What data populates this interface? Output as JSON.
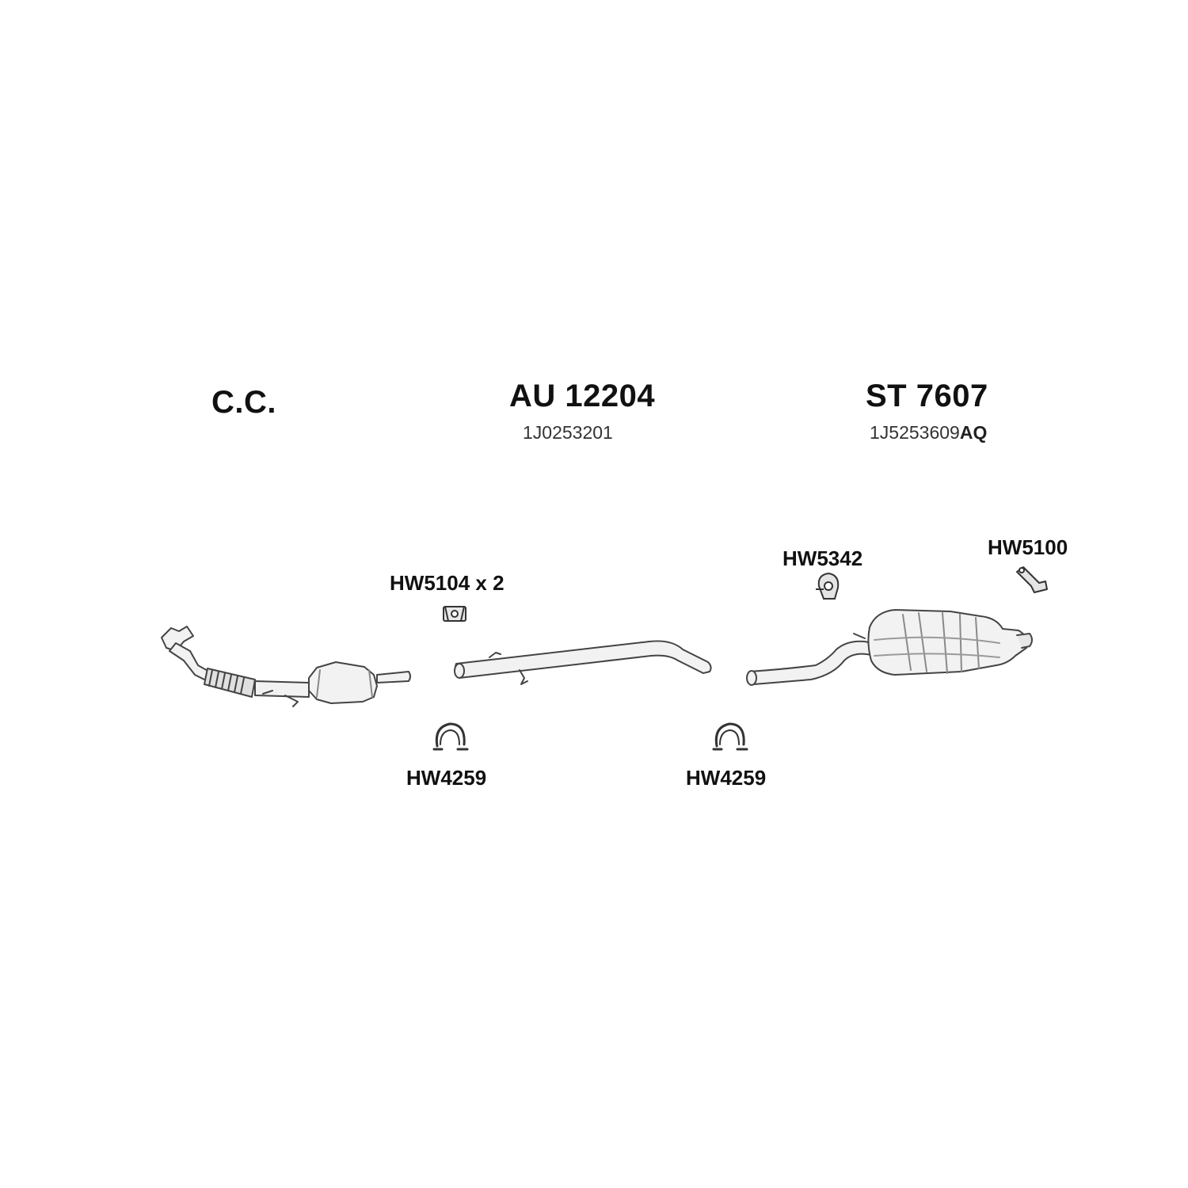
{
  "section_left": {
    "title": "C.C."
  },
  "section_middle": {
    "title": "AU 12204",
    "part_number": "1J0253201"
  },
  "section_right": {
    "title": "ST 7607",
    "part_number_main": "1J5253609",
    "part_number_suffix": "AQ"
  },
  "hardware": {
    "hanger_pair": "HW5104 x 2",
    "clamp_left": "HW4259",
    "clamp_right": "HW4259",
    "rubber_mount": "HW5342",
    "bracket": "HW5100"
  },
  "colors": {
    "line": "#444444",
    "fill": "#f2f2f2",
    "shade": "#bdbdbd"
  }
}
